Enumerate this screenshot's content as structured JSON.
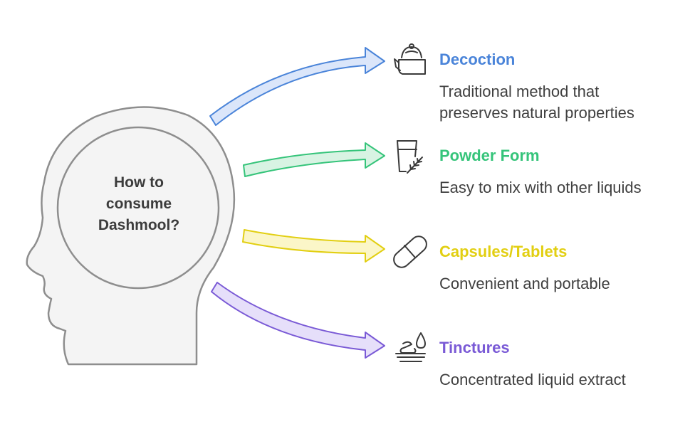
{
  "center": {
    "line1": "How to",
    "line2": "consume",
    "line3": "Dashmool?"
  },
  "items": [
    {
      "title": "Decoction",
      "desc_line1": "Traditional method that",
      "desc_line2": "preserves natural properties",
      "color": "#4a84d9",
      "icon": "kettle-icon"
    },
    {
      "title": "Powder Form",
      "desc_line1": "Easy to mix with other liquids",
      "color": "#35c47a",
      "icon": "glass-with-herb-icon"
    },
    {
      "title": "Capsules/Tablets",
      "desc_line1": "Convenient and portable",
      "color": "#e2cf12",
      "icon": "capsule-icon"
    },
    {
      "title": "Tinctures",
      "desc_line1": "Concentrated liquid extract",
      "color": "#7a5ad6",
      "icon": "dropper-dish-icon"
    }
  ]
}
